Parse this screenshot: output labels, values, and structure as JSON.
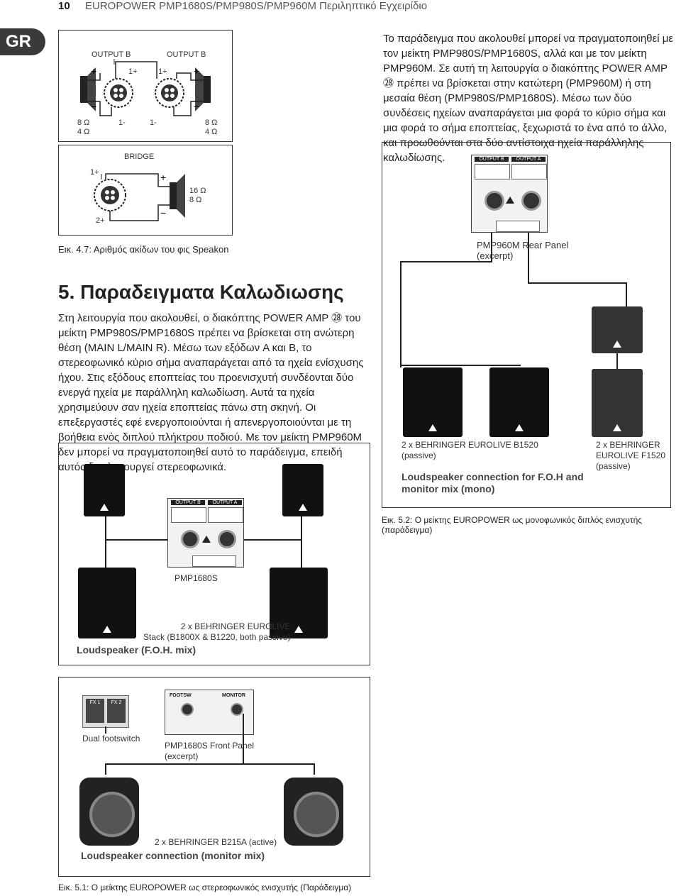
{
  "header": {
    "page_number": "10",
    "title": "EUROPOWER PMP1680S/PMP980S/PMP960M Περιληπτικό Εγχειρίδιο",
    "lang_tab": "GR"
  },
  "fig47": {
    "output_b_1": "OUTPUT B",
    "output_b_2": "OUTPUT B",
    "pin_1plus_a": "1+",
    "pin_1plus_b": "1+",
    "pin_1minus_a": "1-",
    "pin_1minus_b": "1-",
    "ohm_left": "8 Ω\n4 Ω",
    "ohm_right": "8 Ω\n4 Ω",
    "bridge": "BRIDGE",
    "bridge_1plus": "1+",
    "bridge_2plus": "2+",
    "bridge_ohm": "16 Ω\n8 Ω",
    "caption": "Εικ. 4.7: Αριθμός ακίδων του φις Speakon"
  },
  "intro_text": "Το παράδειγμα που ακολουθεί μπορεί να πραγματοποιηθεί με τον μείκτη PMP980S/PMP1680S, αλλά και με τον μείκτη PMP960M. Σε αυτή τη λειτουργία ο διακόπτης POWER AMP ㉘ πρέπει να βρίσκεται στην κατώτερη (PMP960M) ή στη μεσαία θέση (PMP980S/PMP1680S). Μέσω των δύο συνδέσεις ηχείων αναπαράγεται μια φορά το κύριο σήμα και μια φορά το σήμα εποπτείας, ξεχωριστά το ένα από το άλλο, και προωθούνται στα δύο αντίστοιχα ηχεία παράλληλης καλωδίωσης.",
  "section": {
    "heading": "5. Παραδειγματα Καλωδιωσης",
    "body": "Στη λειτουργία που ακολουθεί, ο διακόπτης POWER AMP ㉘ του μείκτη PMP980S/PMP1680S πρέπει να βρίσκεται στη ανώτερη θέση (MAIN L/MAIN R). Μέσω των εξόδων A και B, το στερεοφωνικό κύριο σήμα αναπαράγεται από τα ηχεία ενίσχυσης ήχου. Στις εξόδους εποπτείας του προενισχυτή συνδέονται δύο ενεργά ηχεία με παράλληλη καλωδίωση. Αυτά τα ηχεία χρησιμεύουν σαν ηχεία εποπτείας πάνω στη σκηνή. Οι επεξεργαστές εφέ ενεργοποιούνται ή απενεργοποιούνται με τη βοήθεια ενός διπλού πλήκτρου ποδιού. Με τον μείκτη PMP960M δεν μπορεί να πραγματοποιηθεί αυτό το παράδειγμα, επειδή αυτός δεν λειτουργεί στερεοφωνικά."
  },
  "fig52": {
    "panel_title": "PMP960M Rear Panel\n(excerpt)",
    "out_b": "OUTPUT B",
    "out_a": "OUTPUT A",
    "b1520": "2 x BEHRINGER EUROLIVE B1520\n(passive)",
    "f1520": "2 x BEHRINGER\nEUROLIVE F1520\n(passive)",
    "conn": "Loudspeaker connection for F.O.H and\nmonitor mix (mono)",
    "caption": "Εικ. 5.2: Ο μείκτης EUROPOWER ως μονοφωνικός διπλός ενισχυτής (παράδειγμα)"
  },
  "fig51": {
    "out_b": "OUTPUT B",
    "out_a": "OUTPUT A",
    "pmp1680s": "PMP1680S",
    "stack": "2 x BEHRINGER EUROLIVE\nStack (B1800X & B1220, both passive)",
    "foh": "Loudspeaker (F.O.H. mix)",
    "fx1": "FX 1",
    "fx2": "FX 2",
    "footsw": "FOOTSW",
    "monitor": "MONITOR",
    "dual_fs": "Dual footswitch",
    "front_panel": "PMP1680S Front Panel\n(excerpt)",
    "b215a": "2 x BEHRINGER B215A (active)",
    "conn": "Loudspeaker connection (monitor mix)",
    "caption": "Εικ. 5.1: Ο μείκτης EUROPOWER ως στερεοφωνικός ενισχυτής (Παράδειγμα)"
  }
}
